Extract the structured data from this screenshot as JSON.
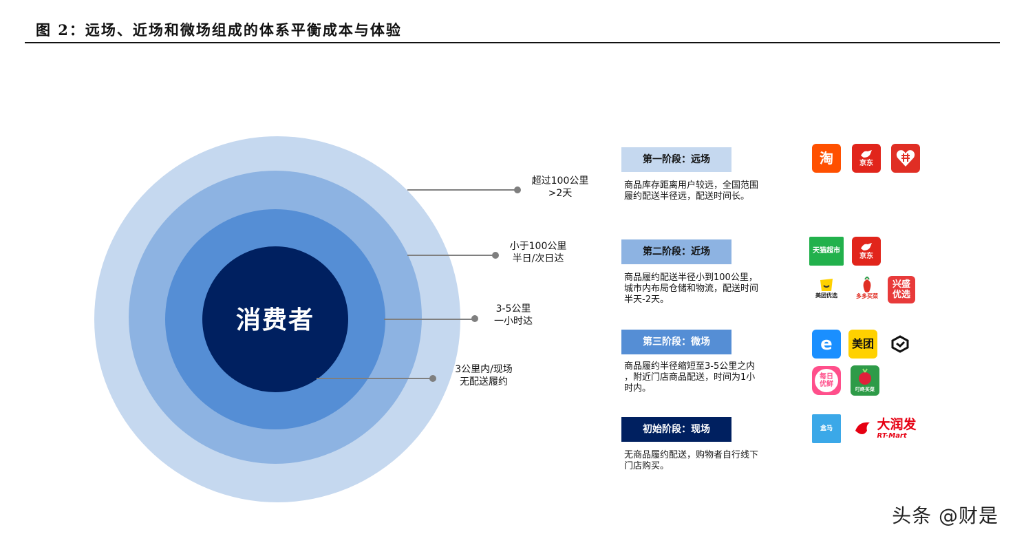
{
  "figure": {
    "title": "图 2：远场、近场和微场组成的体系平衡成本与体验"
  },
  "center": {
    "label": "消费者"
  },
  "colors": {
    "ring_far": "#c5d8ef",
    "ring_near": "#8db3e2",
    "ring_micro": "#558ed5",
    "ring_core": "#002060",
    "stage1_box": "#c5d8ef",
    "stage2_box": "#8db3e2",
    "stage3_box": "#558ed5",
    "stage0_box": "#002060",
    "leader": "#7f7f7f"
  },
  "distances": [
    {
      "line1": "超过100公里",
      "line2": ">2天"
    },
    {
      "line1": "小于100公里",
      "line2": "半日/次日达"
    },
    {
      "line1": "3-5公里",
      "line2": "一小时达"
    },
    {
      "line1": "3公里内/现场",
      "line2": "无配送履约"
    }
  ],
  "stages": [
    {
      "title": "第一阶段：远场",
      "desc_lines": [
        "商品库存距离用户较远，全国范围",
        "履约配送半径远，配送时间长。"
      ],
      "logos": [
        {
          "name": "taobao-logo",
          "text": "淘",
          "color": "#ff5000"
        },
        {
          "name": "jd-logo",
          "text": "京东",
          "color": "#e1251b"
        },
        {
          "name": "pinduoduo-logo",
          "text": "",
          "color": "#e02e24"
        }
      ]
    },
    {
      "title": "第二阶段：近场",
      "desc_lines": [
        "商品履约配送半径小到100公里，",
        "城市内布局仓储和物流，配送时间",
        "半天-2天。"
      ],
      "logos": [
        {
          "name": "tmall-supermarket-logo",
          "text": "天猫超市",
          "color": "#22b14c"
        },
        {
          "name": "jd-logo",
          "text": "京东",
          "color": "#e1251b"
        },
        {
          "name": "meituan-youxuan-logo",
          "text": "美团优选",
          "color": "#ffd100"
        },
        {
          "name": "duoduo-maicai-logo",
          "text": "多多买菜",
          "color": "#e02e24"
        },
        {
          "name": "xingsheng-youxuan-logo",
          "text": "兴盛优选",
          "color": "#e83a3a"
        }
      ]
    },
    {
      "title": "第三阶段：微场",
      "desc_lines": [
        "商品履约半径缩短至3-5公里之内",
        "，附近门店商品配送，时间为1小",
        "时内。"
      ],
      "logos": [
        {
          "name": "eleme-logo",
          "text": "e",
          "color": "#1a8fff"
        },
        {
          "name": "meituan-logo",
          "text": "美团",
          "color": "#ffd100"
        },
        {
          "name": "hema-logo",
          "text": "",
          "color": "#ffffff"
        },
        {
          "name": "missfresh-logo",
          "text": "每日优鲜",
          "color": "#ff4f8b"
        },
        {
          "name": "dingdong-maicai-logo",
          "text": "叮咚买菜",
          "color": "#2e9b48"
        }
      ]
    },
    {
      "title": "初始阶段：现场",
      "desc_lines": [
        "无商品履约配送，购物者自行线下",
        "门店购买。"
      ],
      "logos": [
        {
          "name": "hema-store-logo",
          "text": "盒马",
          "color": "#3ba8e8"
        },
        {
          "name": "rt-mart-logo",
          "text": "大润发",
          "subtext": "RT-Mart",
          "color": "#e60012"
        }
      ]
    }
  ],
  "watermark": "头条 @财是"
}
